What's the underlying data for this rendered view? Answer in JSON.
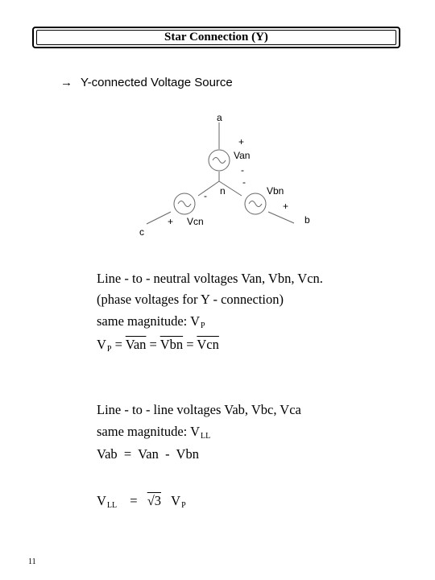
{
  "title": "Star Connection (Y)",
  "subtitle": {
    "arrow_icon": "right-arrow-icon",
    "text": "Y-connected Voltage Source"
  },
  "diagram": {
    "node_a": "a",
    "node_b": "b",
    "node_c": "c",
    "node_n": "n",
    "van_label": "Van",
    "vbn_label": "Vbn",
    "vcn_label": "Vcn",
    "plus": "+",
    "minus": "-"
  },
  "lines": {
    "l1": "Line - to - neutral voltages Van,  Vbn,  Vcn.",
    "l2": "(phase voltages for Y - connection)",
    "l3_text": "same magnitude:  V",
    "l3_sub": "P",
    "l4_v": "V",
    "l4_sub": "P",
    "l4_eq": "=",
    "l4_van": "Van",
    "l4_vbn": "Vbn",
    "l4_vcn": "Vcn",
    "l5": "Line - to - line voltages Vab,  Vbc,  Vca",
    "l6_text": "same magnitude:  V",
    "l6_sub": "LL",
    "l7": "Vab  =  Van  -  Vbn",
    "l8_v": "V",
    "l8_sub": "LL",
    "l8_eq": "=",
    "l8_sqrt": "√3",
    "l8_vp": "V",
    "l8_vp_sub": "P"
  },
  "page_number": "11"
}
